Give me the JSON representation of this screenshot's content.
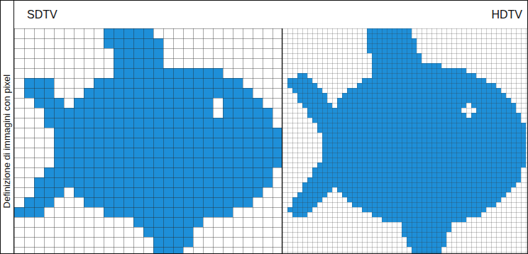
{
  "diagram": {
    "labels": [
      "SDTV",
      "HDTV",
      "Definizione di immagini con pixel"
    ]
  }
}
